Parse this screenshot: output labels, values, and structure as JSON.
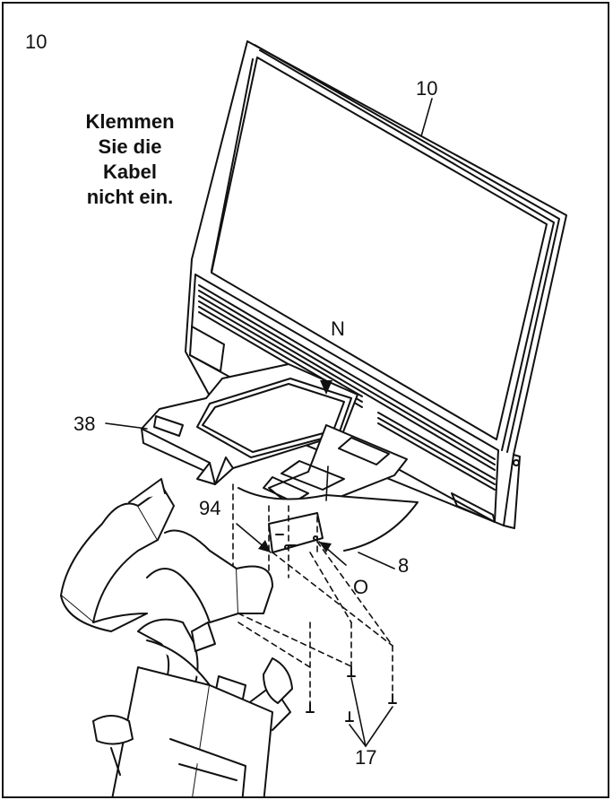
{
  "step_number": "10",
  "warning_lines": [
    "Klemmen",
    "Sie die",
    "Kabel",
    "nicht ein."
  ],
  "callouts": {
    "console": "10",
    "magnet_area": "N",
    "console_base": "38",
    "upright_cable": "94",
    "hole": "O",
    "upright": "8",
    "screws": "17"
  }
}
